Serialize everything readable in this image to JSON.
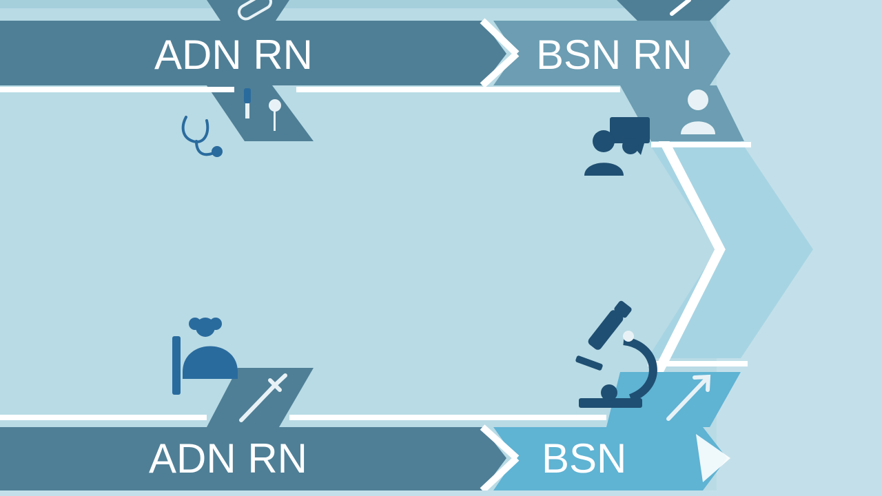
{
  "labels": {
    "top_left": "ADN RN",
    "top_right": "BSN RN",
    "bottom_left": "ADN RN",
    "bottom_right": "BSN"
  },
  "icons": [
    "stethoscope-icon",
    "iv-drip-icon",
    "bandage-icon",
    "user-icon",
    "presentation-meeting-icon",
    "patient-bed-icon",
    "syringe-icon",
    "microscope-icon",
    "growth-arrow-icon"
  ],
  "colors": {
    "background": "#b9dbe5",
    "band_dark": "#4f7f96",
    "band_mid": "#6c9db2",
    "band_light": "#8fc3d6",
    "band_bright": "#5fb3d3",
    "icon_dark": "#1f4f72",
    "icon_blue": "#2a6b9e",
    "text": "#ffffff"
  }
}
